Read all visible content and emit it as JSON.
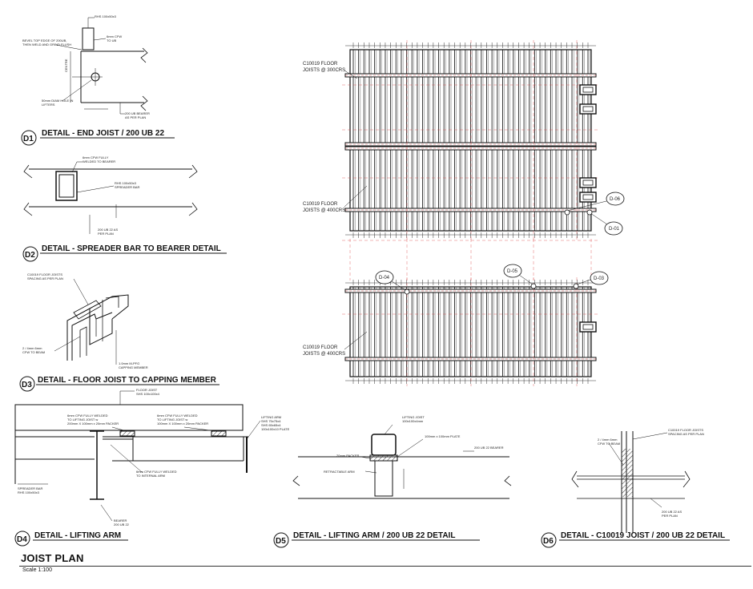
{
  "sheet": {
    "title": "JOIST PLAN",
    "scale": "Scale 1:100"
  },
  "details": [
    {
      "num": "D1",
      "title": "DETAIL - END JOIST / 200 UB 22"
    },
    {
      "num": "D2",
      "title": "DETAIL - SPREADER BAR TO BEARER DETAIL"
    },
    {
      "num": "D3",
      "title": "DETAIL - FLOOR JOIST TO CAPPING MEMBER"
    },
    {
      "num": "D4",
      "title": "DETAIL - LIFTING ARM"
    },
    {
      "num": "D5",
      "title": "DETAIL - LIFTING ARM / 200 UB 22 DETAIL"
    },
    {
      "num": "D6",
      "title": "DETAIL - C10019 JOIST / 200 UB 22 DETAIL"
    }
  ],
  "notes": {
    "d1": [
      "RHS 100x50x3",
      "BEVEL TOP EDGE OF 200UB,",
      "THEN WELD AND GRIND FLUSH",
      "6mm CFW",
      "TO UB",
      "CENTRE",
      "50mm DIAM HOLE IN",
      "LIFTERS",
      "200 UB BEARER",
      "AS PER PLAN"
    ],
    "d2": [
      "6mm CFW FULLY",
      "WELDED TO BEARER",
      "RHS 100x50x3",
      "SPREADER BAR",
      "200 UB 22 AS",
      "PER PLAN"
    ],
    "d3": [
      "C10019 FLOOR JOISTS",
      "SPACING AS PER PLAN",
      "2 / 4mm 6mm",
      "CFW TO BEAM",
      "1.0mm M-PFG",
      "CAPPING MEMBER"
    ],
    "d4": [
      "FLOOR JOIST",
      "SHS 100x100x4",
      "6mm CFW FULLY WELDED",
      "TO LIFTING JOIST w",
      "200mm X 100mm x 20mm PACKER",
      "6mm CFW FULLY WELDED",
      "TO LIFTING JOIST w",
      "100mm X 100mm x 20mm PACKER",
      "LIFTING ARM",
      "SHS 75x75x4",
      "SHS 65x65x4",
      "100x100x10 PLATE",
      "6mm CFW FULLY WELDED",
      "TO INTERNAL ARM",
      "SPREADER BAR",
      "RHS 100x50x3",
      "BEARER",
      "200 UB 22"
    ],
    "d5": [
      "LIFTING JOIST",
      "100x100x4mm",
      "100mm x 100mm PLATE",
      "200 UB 22 BEARER",
      "20mm PACKER",
      "RETRACTABLE ARM"
    ],
    "d6": [
      "2 / 4mm 6mm",
      "CFW TO BEAM",
      "C10019 FLOOR JOISTS",
      "SPACING AS PER PLAN",
      "200 UB 22 AS",
      "PER PLAN"
    ]
  },
  "plan": {
    "top_labels": [
      [
        "C10019 FLOOR",
        "JOISTS @ 300CRS"
      ],
      [
        "C10019 FLOOR",
        "JOISTS @ 400CRS"
      ]
    ],
    "bottom_label": [
      "C10019 FLOOR",
      "JOISTS @ 400CRS"
    ],
    "tags": [
      "D-06",
      "D-01",
      "D-04",
      "D-05",
      "D-03"
    ]
  }
}
